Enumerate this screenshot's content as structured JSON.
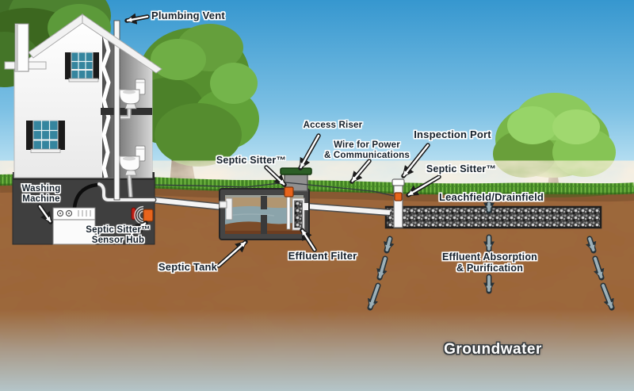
{
  "diagram": {
    "title": "Residential septic system cutaway diagram",
    "labels": {
      "plumbing_vent": "Plumbing Vent",
      "access_riser": "Access Riser",
      "wire_power_1": "Wire for Power",
      "wire_power_2": "& Communications",
      "septic_sitter_tank": "Septic Sitter™",
      "inspection_port": "Inspection Port",
      "septic_sitter_leachfield": "Septic Sitter™",
      "leachfield": "Leachfield/Drainfield",
      "washing_machine_1": "Washing",
      "washing_machine_2": "Machine",
      "sensor_hub_1": "Septic Sitter™",
      "sensor_hub_2": "Sensor Hub",
      "septic_tank": "Septic Tank",
      "effluent_filter": "Effluent Filter",
      "absorption_1": "Effluent Absorption",
      "absorption_2": "& Purification",
      "groundwater": "Groundwater"
    },
    "colors": {
      "sky_top": "#3697CF",
      "sky_horizon": "#D8F0F9",
      "soil": "#9C6B40",
      "grass": "#53982F",
      "foliage": "#568F2F",
      "tank_wall": "#454545",
      "tank_liquid": "#8BA4AB",
      "tank_scum": "#B19671",
      "tank_sludge": "#7C4C28",
      "sensor_orange": "#E8641C",
      "riser_lid_green": "#2C5E26",
      "gravel": "#3D3D3D",
      "groundwater_tint": "#B4C5C9",
      "label_text": "#15202B"
    }
  }
}
